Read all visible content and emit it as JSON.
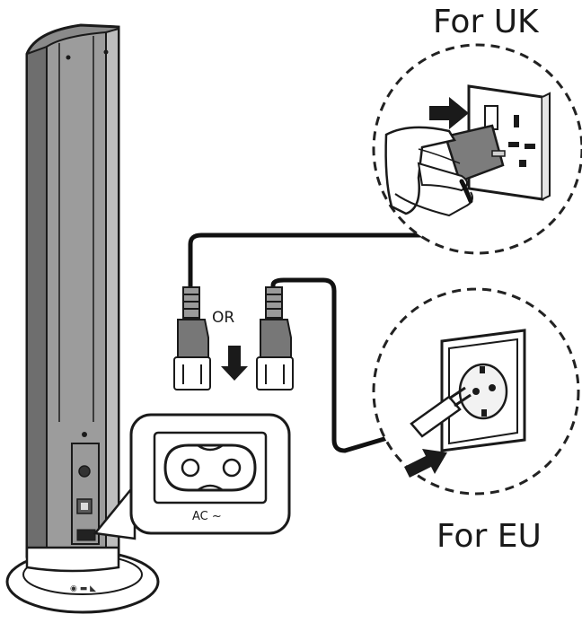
{
  "labels": {
    "uk": "For UK",
    "eu": "For EU",
    "or": "OR",
    "ac": "AC ~"
  },
  "colors": {
    "line": "#1a1a1a",
    "tower_body": "#7c7c7c",
    "tower_edge": "#b4b4b4",
    "tower_face": "#a6a6a6",
    "cable": "#111111",
    "arrow": "#1a1a1a",
    "dashes": "#222222"
  },
  "icons": [
    "speaker-tower",
    "power-cable",
    "uk-plug",
    "eu-plug",
    "iec-c7-connector",
    "down-arrow-icon",
    "right-arrow-icon",
    "wall-socket-uk",
    "wall-socket-eu"
  ]
}
